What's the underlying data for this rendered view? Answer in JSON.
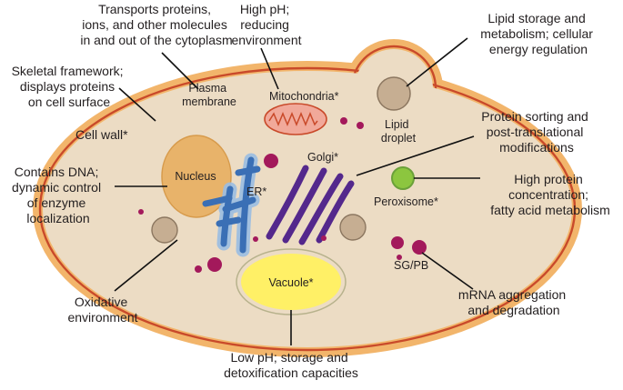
{
  "colors": {
    "cell_wall": "#f2b56b",
    "cytoplasm": "#ecdcc4",
    "membrane": "#c94a2a",
    "nucleus": "#e8b36a",
    "er": "#3a6fb5",
    "golgi": "#54288c",
    "mitochondria": "#f1a99a",
    "lipid_droplet": "#c6ae92",
    "peroxisome": "#8cc63f",
    "vacuole": "#fff066",
    "granules": "#a3195b"
  },
  "labels": {
    "cell_wall": "Cell wall*",
    "plasma_membrane": [
      "Plasma",
      "membrane"
    ],
    "mitochondria": "Mitochondria*",
    "lipid_droplet": [
      "Lipid",
      "droplet"
    ],
    "golgi": "Golgi*",
    "nucleus": "Nucleus",
    "er": "ER*",
    "peroxisome": "Peroxisome*",
    "vacuole": "Vacuole*",
    "sg_pb": "SG/PB"
  },
  "annotations": {
    "transport": [
      "Transports proteins,",
      "ions, and other molecules",
      "in and out of the cytoplasm"
    ],
    "high_ph": [
      "High pH;",
      "reducing",
      "environment"
    ],
    "lipid": [
      "Lipid storage and",
      "metabolism; cellular",
      "energy regulation"
    ],
    "skeletal": [
      "Skeletal framework;",
      "displays proteins",
      "on cell surface"
    ],
    "sorting": [
      "Protein sorting and",
      "post-translational",
      "modifications"
    ],
    "dna": [
      "Contains DNA;",
      "dynamic control",
      "of enzyme",
      "localization"
    ],
    "high_protein": [
      "High protein",
      "concentration;",
      "fatty acid metabolism"
    ],
    "oxidative": [
      "Oxidative",
      "environment"
    ],
    "mrna": [
      "mRNA aggregation",
      "and degradation"
    ],
    "low_ph": [
      "Low pH; storage and",
      "detoxification capacities"
    ]
  }
}
